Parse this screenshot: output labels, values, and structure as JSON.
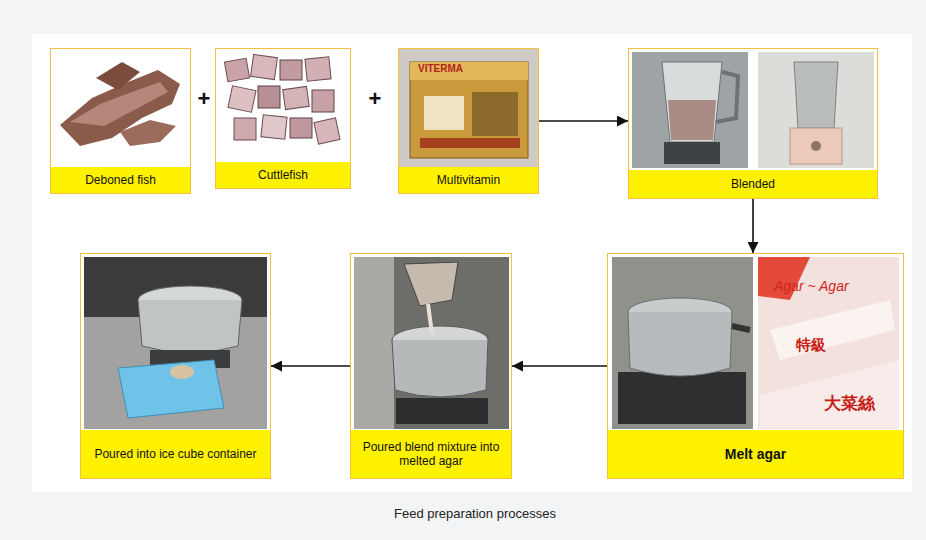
{
  "diagram": {
    "caption": "Feed preparation processes",
    "nodes": [
      {
        "text": [
          "Deboned fish"
        ]
      },
      {
        "text": [
          "Cuttlefish"
        ]
      },
      {
        "text": [
          "Multivitamin"
        ]
      },
      {
        "text": [
          "Blended"
        ]
      },
      {
        "text": [
          "Melt agar"
        ]
      },
      {
        "text": [
          "Poured blend mixture into melted agar"
        ]
      },
      {
        "text": [
          "Poured into ice cube container"
        ]
      }
    ],
    "edges": [
      {
        "from": 2,
        "to": 3,
        "arrow": "to"
      },
      {
        "from": 3,
        "to": 4,
        "arrow": "to"
      },
      {
        "from": 4,
        "to": 5,
        "arrow": "to"
      },
      {
        "from": 5,
        "to": 6,
        "arrow": "to"
      }
    ],
    "labels": [
      "+",
      "+",
      "VITERMA",
      "Agar ~ Agar",
      "特級",
      "大菜絲"
    ]
  }
}
